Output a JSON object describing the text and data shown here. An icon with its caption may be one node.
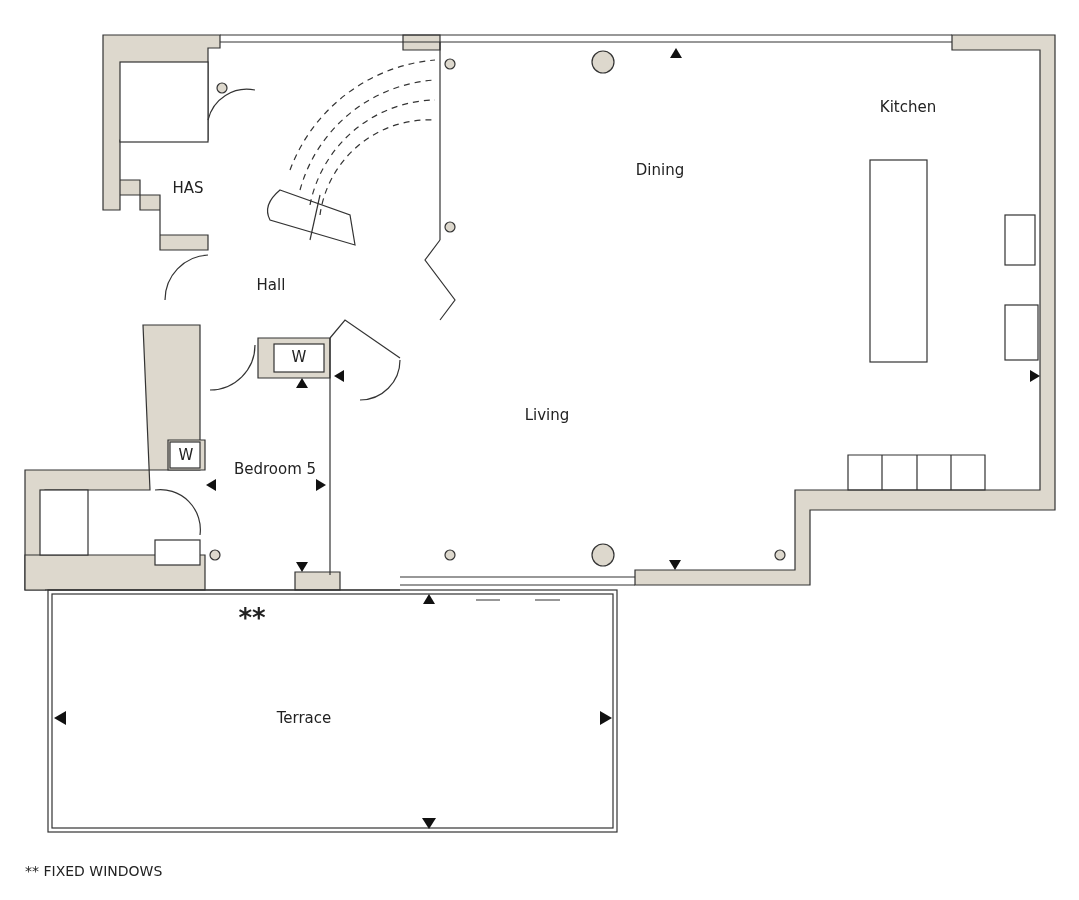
{
  "diagram": {
    "labels": [
      "Kitchen",
      "Dining",
      "HAS",
      "Hall",
      "W",
      "Living",
      "W",
      "Bedroom 5",
      "**",
      "Terrace",
      "** FIXED WINDOWS"
    ]
  }
}
